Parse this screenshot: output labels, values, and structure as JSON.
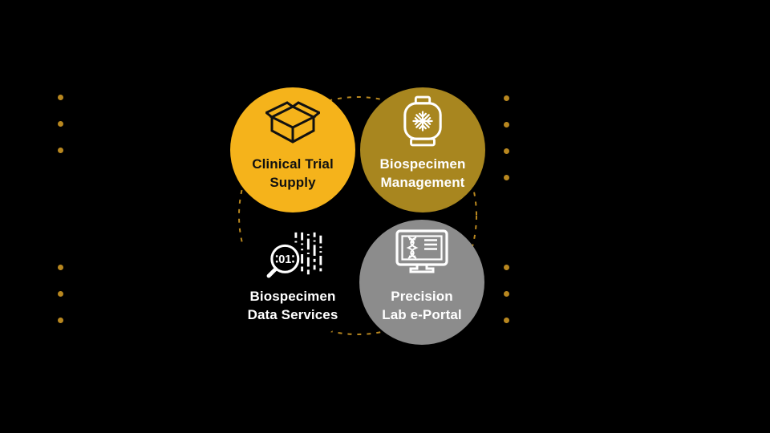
{
  "canvas": {
    "background": "#000000"
  },
  "diagram": {
    "ring": {
      "color": "#B8871F"
    },
    "bullet_color": "#B8871F",
    "nodes": [
      {
        "name": "clinical-trial-supply",
        "label": [
          "Clinical Trial",
          "Supply"
        ],
        "fill": "#F5B31B",
        "text_color": "#111111",
        "icon": "open-box-icon"
      },
      {
        "name": "biospecimen-management",
        "label": [
          "Biospecimen",
          "Management"
        ],
        "fill": "#A8861F",
        "text_color": "#FFFFFF",
        "icon": "cryo-freezer-icon"
      },
      {
        "name": "biospecimen-data-services",
        "label": [
          "Biospecimen",
          "Data Services"
        ],
        "fill": "#000000",
        "text_color": "#FFFFFF",
        "icon": "binary-magnifier-icon"
      },
      {
        "name": "precision-lab-e-portal",
        "label": [
          "Precision",
          "Lab e-Portal"
        ],
        "fill": "#8C8C8C",
        "text_color": "#FFFFFF",
        "icon": "monitor-dna-icon"
      }
    ],
    "magnifier_text": "01",
    "bullet_groups": [
      {
        "side": "left",
        "region": "top",
        "count": 3
      },
      {
        "side": "right",
        "region": "top",
        "count": 4
      },
      {
        "side": "left",
        "region": "bottom",
        "count": 3
      },
      {
        "side": "right",
        "region": "bottom",
        "count": 3
      }
    ]
  }
}
